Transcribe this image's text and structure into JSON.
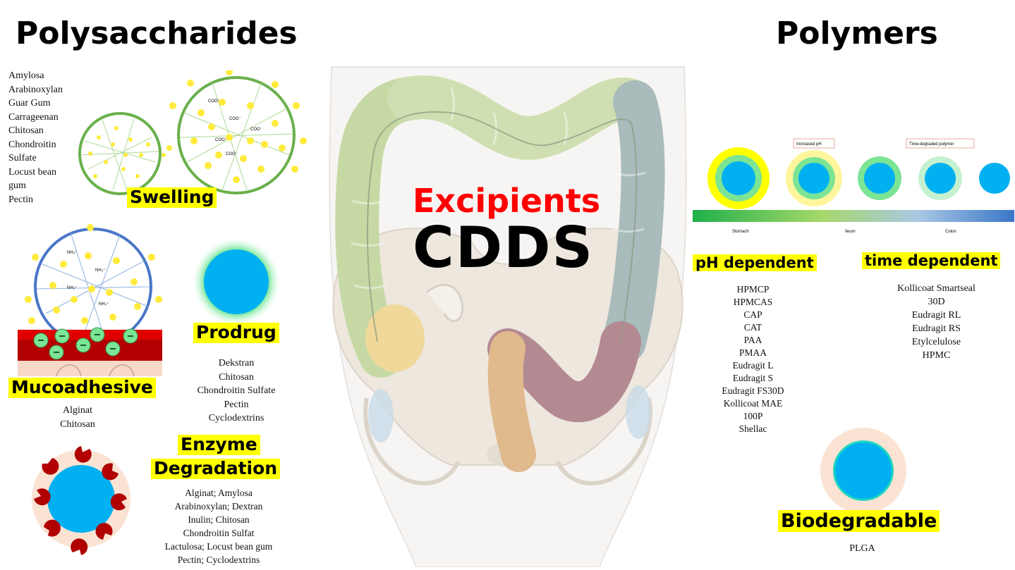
{
  "left_title": "Polysaccharides",
  "right_title": "Polymers",
  "center": {
    "line1": "Excipients",
    "line2": "CDDS"
  },
  "swelling": {
    "label": "Swelling",
    "items": [
      "Amylosa",
      "Arabinoxylan",
      "Guar Gum",
      "Carrageenan",
      "Chitosan",
      "Chondroitin",
      "Sulfate",
      "Locust bean",
      "gum",
      "Pectin"
    ],
    "gel_label": "COO⁻"
  },
  "mucoadhesive": {
    "label": "Mucoadhesive",
    "items": [
      "Alginat",
      "Chitosan"
    ],
    "gel_label": "NH₃⁺"
  },
  "prodrug": {
    "label": "Prodrug",
    "items": [
      "Dekstran",
      "Chitosan",
      "Chondroitin  Sulfate",
      "Pectin",
      "Cyclodextrins"
    ]
  },
  "enzyme": {
    "label_line1": "Enzyme",
    "label_line2": "Degradation",
    "items": [
      "Alginat;  Amylosa",
      "Arabinoxylan;  Dextran",
      "Inulin;  Chitosan",
      "Chondroitin Sulfat",
      "Lactulosa; Locust bean gum",
      "Pectin; Cyclodextrins"
    ]
  },
  "ph_gradient": {
    "callout_ph": "Increased pH",
    "callout_time": "Time-degraded polymer",
    "regions": [
      "Stomach",
      "Ileum",
      "Colon"
    ]
  },
  "ph_dependent": {
    "label": "pH dependent",
    "items": [
      "HPMCP",
      "HPMCAS",
      "CAP",
      "CAT",
      "PAA",
      "PMAA",
      "Eudragit L",
      "Eudragit S",
      "Eudragit FS30D",
      "Kollicoat MAE",
      "100P",
      "Shellac"
    ]
  },
  "time_dependent": {
    "label": "time dependent",
    "items": [
      "Kollicoat Smartseal",
      "30D",
      "Eudragit RL",
      "Eudragit RS",
      "Etylcelulose",
      "HPMC"
    ]
  },
  "biodegradable": {
    "label": "Biodegradable",
    "items": [
      "PLGA"
    ]
  },
  "colors": {
    "highlight": "#ffff00",
    "core": "#00b0f0",
    "title_red": "#ff0000",
    "colon_green": "#c6d9a4",
    "colon_gray": "#9fb2b2",
    "colon_mauve": "#b48a92",
    "rectum": "#e0b98d"
  }
}
